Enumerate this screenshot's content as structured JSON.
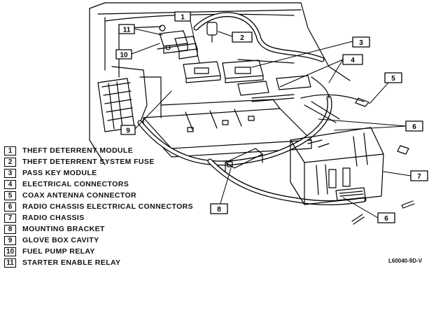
{
  "legend": [
    {
      "num": "1",
      "label": "THEFT DETERRENT MODULE"
    },
    {
      "num": "2",
      "label": "THEFT DETERRENT SYSTEM FUSE"
    },
    {
      "num": "3",
      "label": "PASS KEY MODULE"
    },
    {
      "num": "4",
      "label": "ELECTRICAL CONNECTORS"
    },
    {
      "num": "5",
      "label": "COAX ANTENNA CONNECTOR"
    },
    {
      "num": "6",
      "label": "RADIO CHASSIS ELECTRICAL CONNECTORS"
    },
    {
      "num": "7",
      "label": "RADIO CHASSIS"
    },
    {
      "num": "8",
      "label": "MOUNTING BRACKET"
    },
    {
      "num": "9",
      "label": "GLOVE BOX CAVITY"
    },
    {
      "num": "10",
      "label": "FUEL PUMP RELAY"
    },
    {
      "num": "11",
      "label": "STARTER ENABLE RELAY"
    }
  ],
  "callouts": {
    "c1": "1",
    "c2": "2",
    "c3": "3",
    "c4": "4",
    "c5": "5",
    "c6a": "6",
    "c6b": "6",
    "c7": "7",
    "c8": "8",
    "c9": "9",
    "c10": "10",
    "c11": "11"
  },
  "figure_code": "L60040-9D-V",
  "colors": {
    "line": "#000000",
    "background": "#ffffff"
  }
}
